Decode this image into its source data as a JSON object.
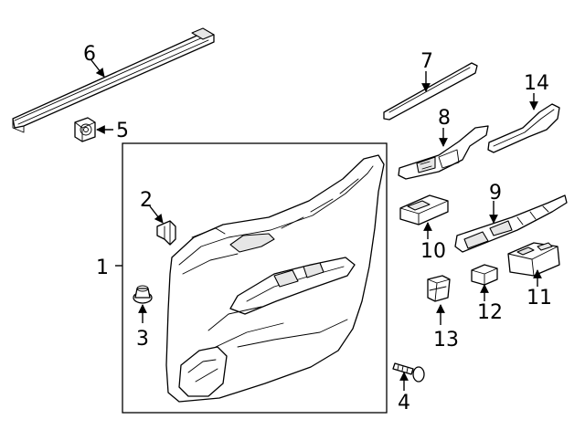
{
  "diagram": {
    "callouts": [
      {
        "id": "1",
        "label": "1"
      },
      {
        "id": "2",
        "label": "2"
      },
      {
        "id": "3",
        "label": "3"
      },
      {
        "id": "4",
        "label": "4"
      },
      {
        "id": "5",
        "label": "5"
      },
      {
        "id": "6",
        "label": "6"
      },
      {
        "id": "7",
        "label": "7"
      },
      {
        "id": "8",
        "label": "8"
      },
      {
        "id": "9",
        "label": "9"
      },
      {
        "id": "10",
        "label": "10"
      },
      {
        "id": "11",
        "label": "11"
      },
      {
        "id": "12",
        "label": "12"
      },
      {
        "id": "13",
        "label": "13"
      },
      {
        "id": "14",
        "label": "14"
      }
    ],
    "colors": {
      "line": "#000000",
      "background": "#ffffff",
      "shade": "#e6e6e6"
    }
  }
}
